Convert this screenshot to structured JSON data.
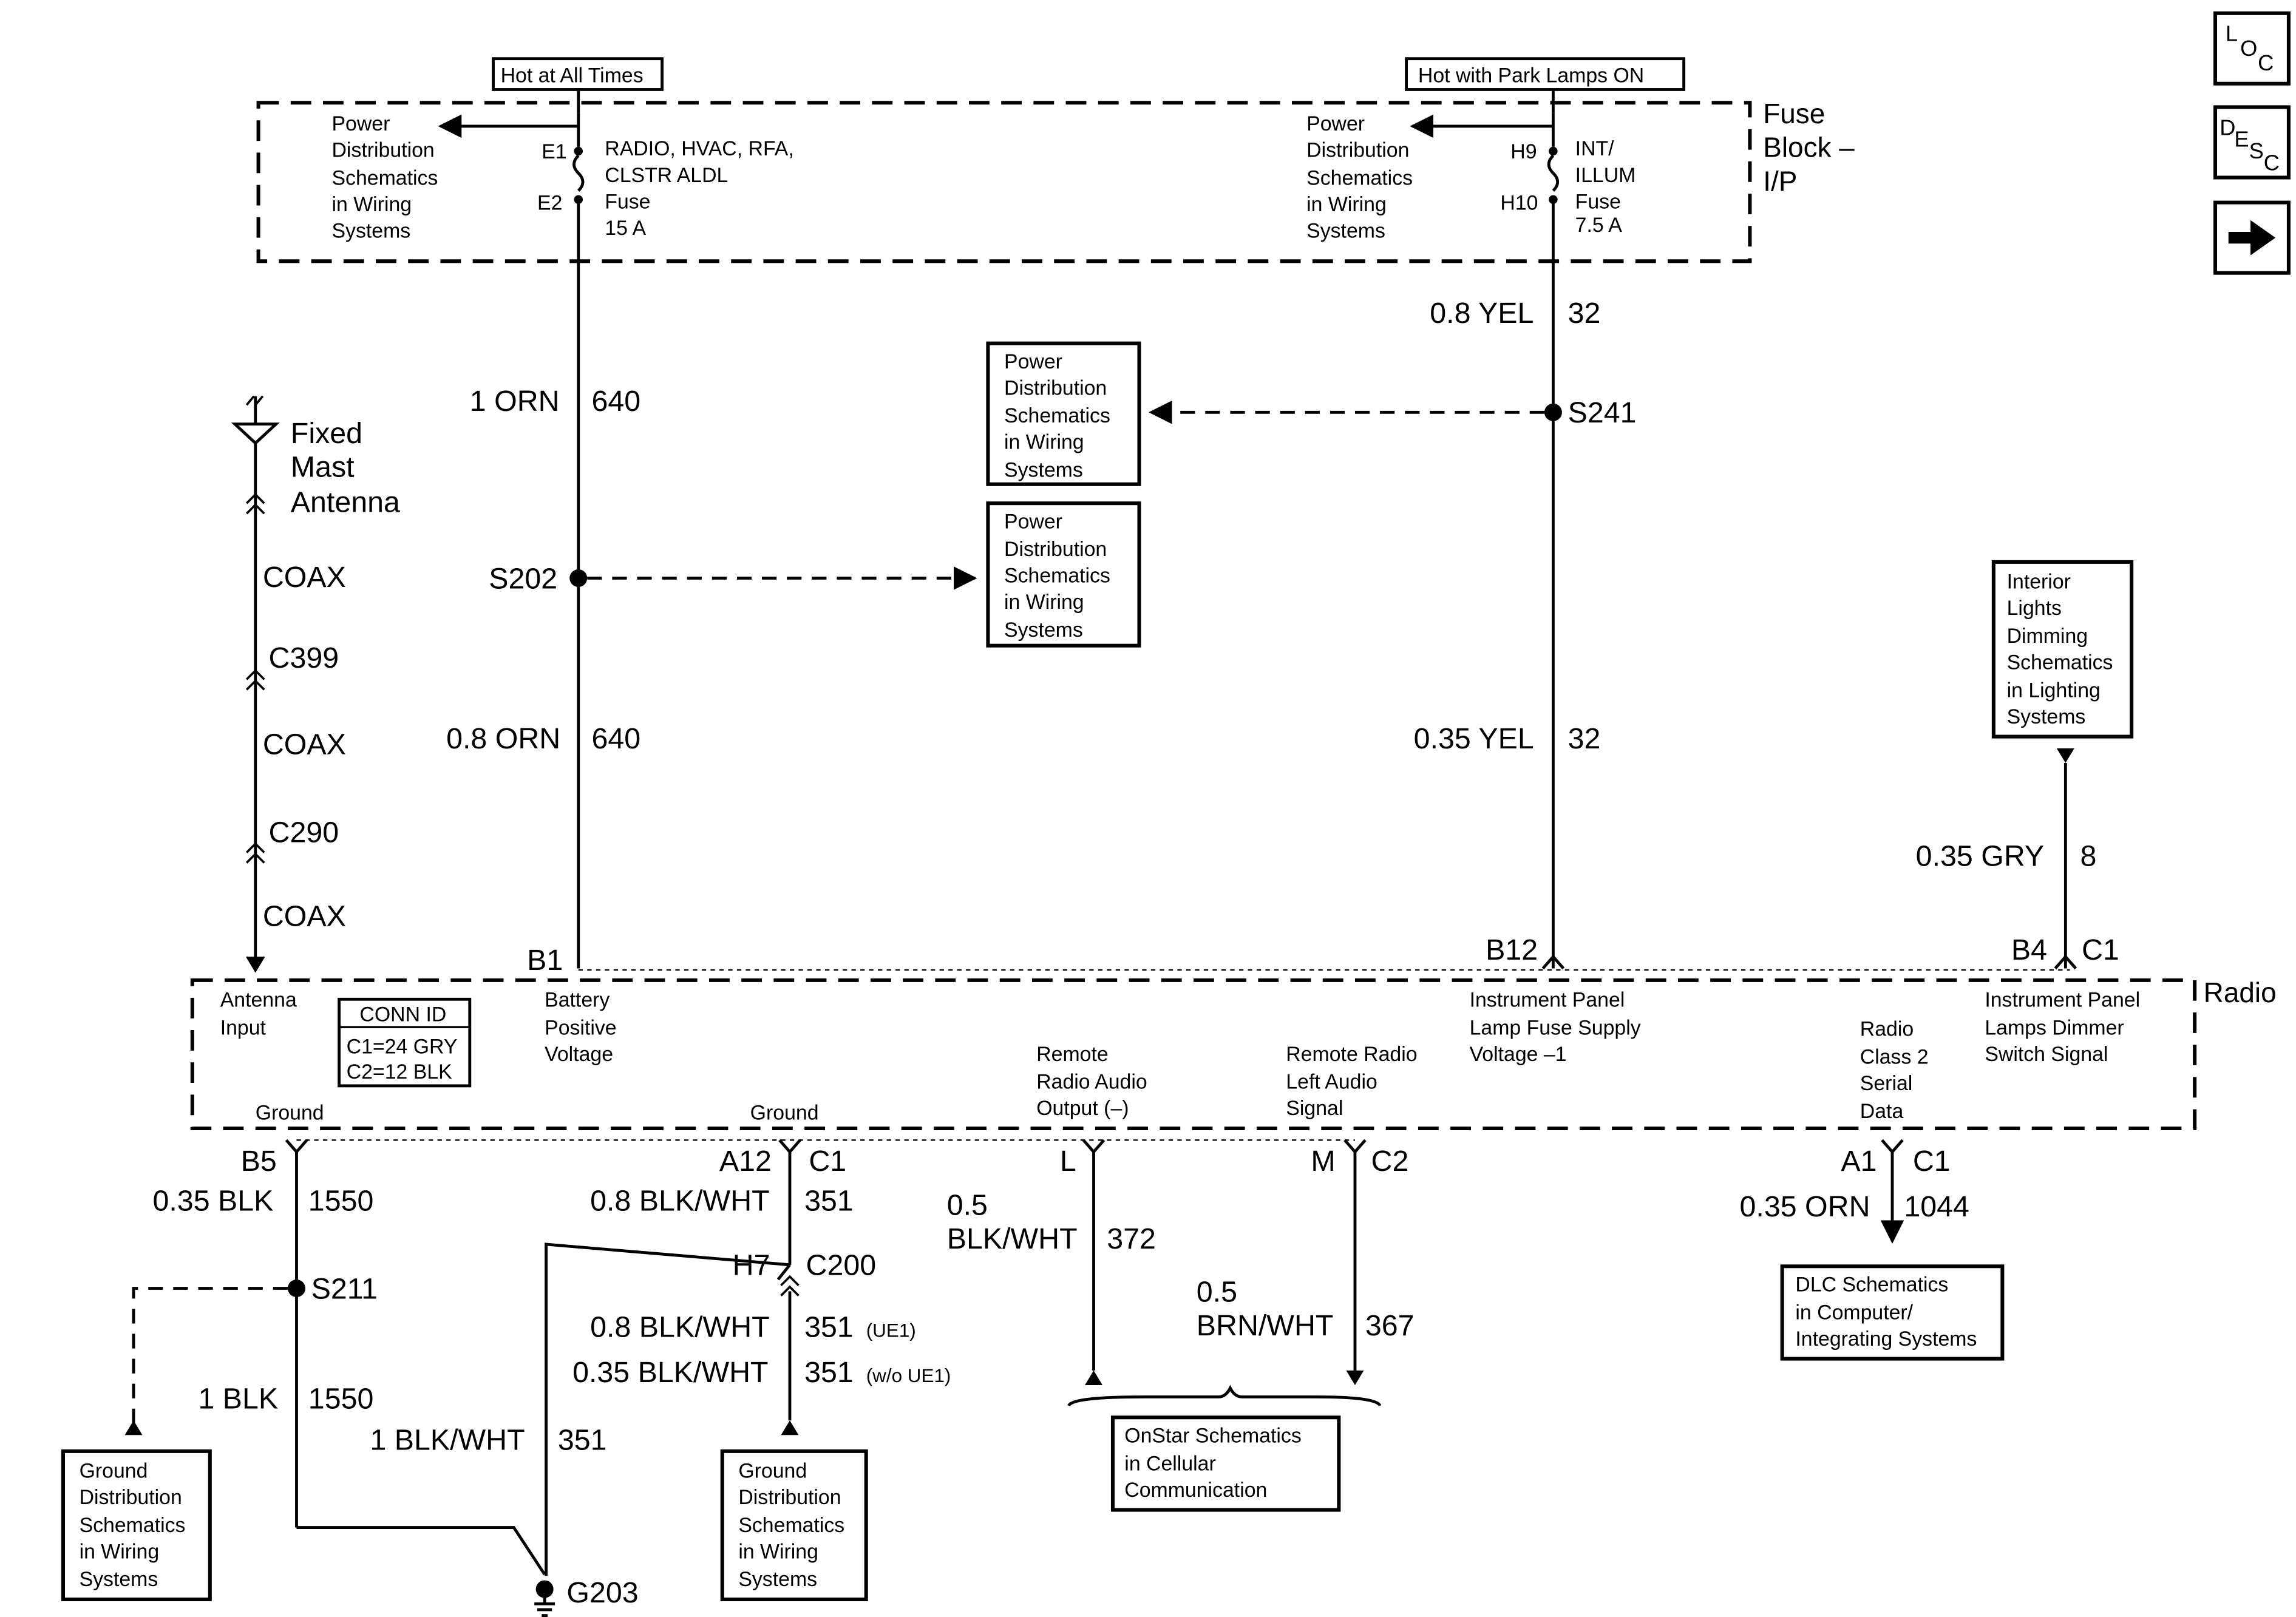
{
  "nav": {
    "loc_icon": "loc-icon",
    "desc_icon": "desc-icon",
    "next_icon": "arrow-right-icon",
    "loc_letters": [
      "L",
      "O",
      "C"
    ],
    "desc_letters": [
      "D",
      "E",
      "S",
      "C"
    ]
  },
  "fuse_block": {
    "title_lines": [
      "Fuse",
      "Block –",
      "I/P"
    ],
    "hot_at_all_times": "Hot at All Times",
    "hot_with_park_lamps": "Hot with Park Lamps ON",
    "left_ref_lines": [
      "Power",
      "Distribution",
      "Schematics",
      "in Wiring",
      "Systems"
    ],
    "right_ref_lines": [
      "Power",
      "Distribution",
      "Schematics",
      "in Wiring",
      "Systems"
    ],
    "fuse1": {
      "top": "E1",
      "bottom": "E2",
      "lines": [
        "RADIO, HVAC, RFA,",
        "CLSTR ALDL",
        "Fuse",
        "15 A"
      ]
    },
    "fuse2": {
      "top": "H9",
      "bottom": "H10",
      "lines": [
        "INT/",
        "ILLUM",
        "Fuse",
        "7.5 A"
      ]
    }
  },
  "wires": {
    "w1_gauge": "1 ORN",
    "w1_circuit": "640",
    "w2_gauge": "0.8 ORN",
    "w2_circuit": "640",
    "w3_gauge": "0.8 YEL",
    "w3_circuit": "32",
    "w4_gauge": "0.35 YEL",
    "w4_circuit": "32",
    "w5_gauge": "0.35 GRY",
    "w5_circuit": "8",
    "w6_gauge": "0.35 BLK",
    "w6_circuit": "1550",
    "w7_gauge": "1 BLK",
    "w7_circuit": "1550",
    "w8_gauge": "0.8 BLK/WHT",
    "w8_circuit": "351",
    "w9_gauge": "0.8 BLK/WHT",
    "w9_circuit": "351",
    "w9_note": "(UE1)",
    "w10_gauge": "0.35 BLK/WHT",
    "w10_circuit": "351",
    "w10_note": "(w/o UE1)",
    "w11_gauge": "1 BLK/WHT",
    "w11_circuit": "351",
    "w12_gauge_1": "0.5",
    "w12_gauge_2": "BLK/WHT",
    "w12_circuit": "372",
    "w13_gauge_1": "0.5",
    "w13_gauge_2": "BRN/WHT",
    "w13_circuit": "367",
    "w14_gauge": "0.35 ORN",
    "w14_circuit": "1044"
  },
  "splices": {
    "s202": "S202",
    "s241": "S241",
    "s211": "S211",
    "g203": "G203"
  },
  "antenna": {
    "label_lines": [
      "Fixed",
      "Mast",
      "Antenna"
    ],
    "coax": "COAX",
    "c399": "C399",
    "c290": "C290"
  },
  "refs": {
    "pd1_lines": [
      "Power",
      "Distribution",
      "Schematics",
      "in Wiring",
      "Systems"
    ],
    "pd2_lines": [
      "Power",
      "Distribution",
      "Schematics",
      "in Wiring",
      "Systems"
    ],
    "interior_lines": [
      "Interior",
      "Lights",
      "Dimming",
      "Schematics",
      "in Lighting",
      "Systems"
    ],
    "gd1_lines": [
      "Ground",
      "Distribution",
      "Schematics",
      "in Wiring",
      "Systems"
    ],
    "gd2_lines": [
      "Ground",
      "Distribution",
      "Schematics",
      "in Wiring",
      "Systems"
    ],
    "onstar_lines": [
      "OnStar Schematics",
      "in Cellular",
      "Communication"
    ],
    "dlc_lines": [
      "DLC Schematics",
      "in Computer/",
      "Integrating Systems"
    ]
  },
  "radio": {
    "title": "Radio",
    "antenna_input_lines": [
      "Antenna",
      "Input"
    ],
    "conn_id_title": "CONN ID",
    "conn_id_c1": "C1=24 GRY",
    "conn_id_c2": "C2=12 BLK",
    "battery_lines": [
      "Battery",
      "Positive",
      "Voltage"
    ],
    "ip_fuse_lines": [
      "Instrument Panel",
      "Lamp Fuse Supply",
      "Voltage –1"
    ],
    "ip_dimmer_lines": [
      "Instrument Panel",
      "Lamps Dimmer",
      "Switch Signal"
    ],
    "remote_audio_lines": [
      "Remote",
      "Radio Audio",
      "Output (–)"
    ],
    "remote_left_lines": [
      "Remote Radio",
      "Left Audio",
      "Signal"
    ],
    "class2_lines": [
      "Radio",
      "Class 2",
      "Serial",
      "Data"
    ],
    "ground1": "Ground",
    "ground2": "Ground"
  },
  "pins": {
    "b1": "B1",
    "b12": "B12",
    "b4": "B4",
    "c1_top": "C1",
    "b5": "B5",
    "a12": "A12",
    "c1_a12": "C1",
    "l": "L",
    "m": "M",
    "c2": "C2",
    "a1": "A1",
    "c1_a1": "C1",
    "h7": "H7",
    "c200": "C200"
  }
}
